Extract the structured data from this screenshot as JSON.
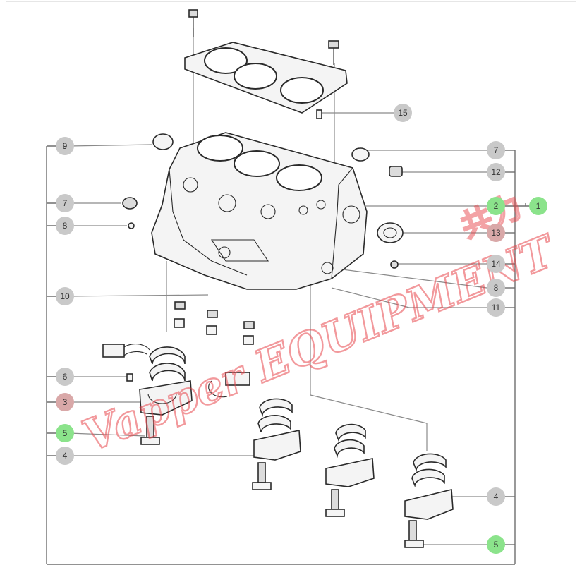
{
  "diagram": {
    "title": "Cylinder block exploded parts diagram",
    "colors": {
      "callout_default": "#c9c9c9",
      "callout_highlight": "#8be38b",
      "callout_alt": "#d9a8a8",
      "watermark": "#e8474d"
    },
    "watermark": {
      "line1": "Vapper EQUIPMENT",
      "line2": "共力"
    },
    "callouts": [
      {
        "id": "c15",
        "label": "15",
        "highlight": "default"
      },
      {
        "id": "c9",
        "label": "9",
        "highlight": "default"
      },
      {
        "id": "c7a",
        "label": "7",
        "highlight": "default"
      },
      {
        "id": "c12",
        "label": "12",
        "highlight": "default"
      },
      {
        "id": "c7b",
        "label": "7",
        "highlight": "default"
      },
      {
        "id": "c2",
        "label": "2",
        "highlight": "green"
      },
      {
        "id": "c1",
        "label": "1",
        "highlight": "green"
      },
      {
        "id": "c8a",
        "label": "8",
        "highlight": "default"
      },
      {
        "id": "c13",
        "label": "13",
        "highlight": "alt"
      },
      {
        "id": "c14",
        "label": "14",
        "highlight": "default"
      },
      {
        "id": "c8b",
        "label": "8",
        "highlight": "default"
      },
      {
        "id": "c10",
        "label": "10",
        "highlight": "default"
      },
      {
        "id": "c11",
        "label": "11",
        "highlight": "default"
      },
      {
        "id": "c6",
        "label": "6",
        "highlight": "default"
      },
      {
        "id": "c3",
        "label": "3",
        "highlight": "alt"
      },
      {
        "id": "c5a",
        "label": "5",
        "highlight": "green"
      },
      {
        "id": "c4a",
        "label": "4",
        "highlight": "default"
      },
      {
        "id": "c4b",
        "label": "4",
        "highlight": "default"
      },
      {
        "id": "c5b",
        "label": "5",
        "highlight": "green"
      }
    ]
  }
}
